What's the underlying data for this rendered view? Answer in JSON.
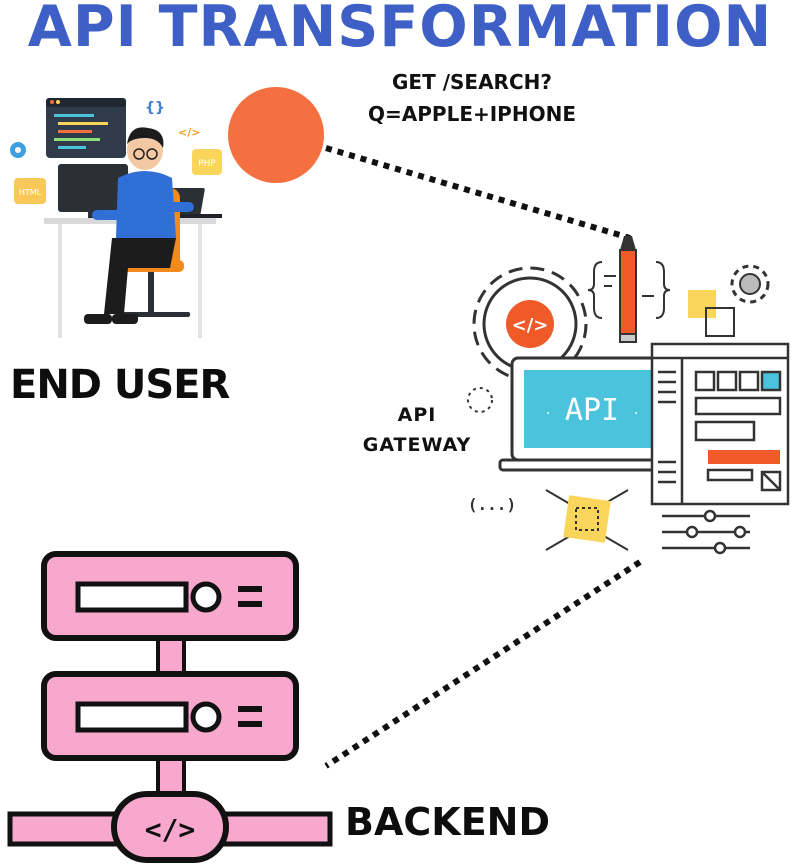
{
  "diagram": {
    "title": "API TRANSFORMATION",
    "request": {
      "line1": "GET /SEARCH?",
      "line2": "Q=APPLE+IPHONE"
    },
    "end_user": {
      "label": "END USER",
      "floating_icons": {
        "braces": "{}",
        "code": "</>",
        "php": "PHP",
        "html": "HTML"
      }
    },
    "gateway": {
      "label_line1": "API",
      "label_line2": "GATEWAY",
      "screen_text": "API",
      "code_badge": "</>",
      "ellipsis_badge": "(...)"
    },
    "backend": {
      "label": "BACKEND",
      "code_badge": "</>"
    },
    "colors": {
      "title": "#3d5fc6",
      "request_circle": "#f47040",
      "server_pink": "#f7a8cc",
      "gateway_screen": "#4bc3dc",
      "gateway_orange": "#f05a28",
      "gateway_yellow": "#f9d65b"
    }
  }
}
